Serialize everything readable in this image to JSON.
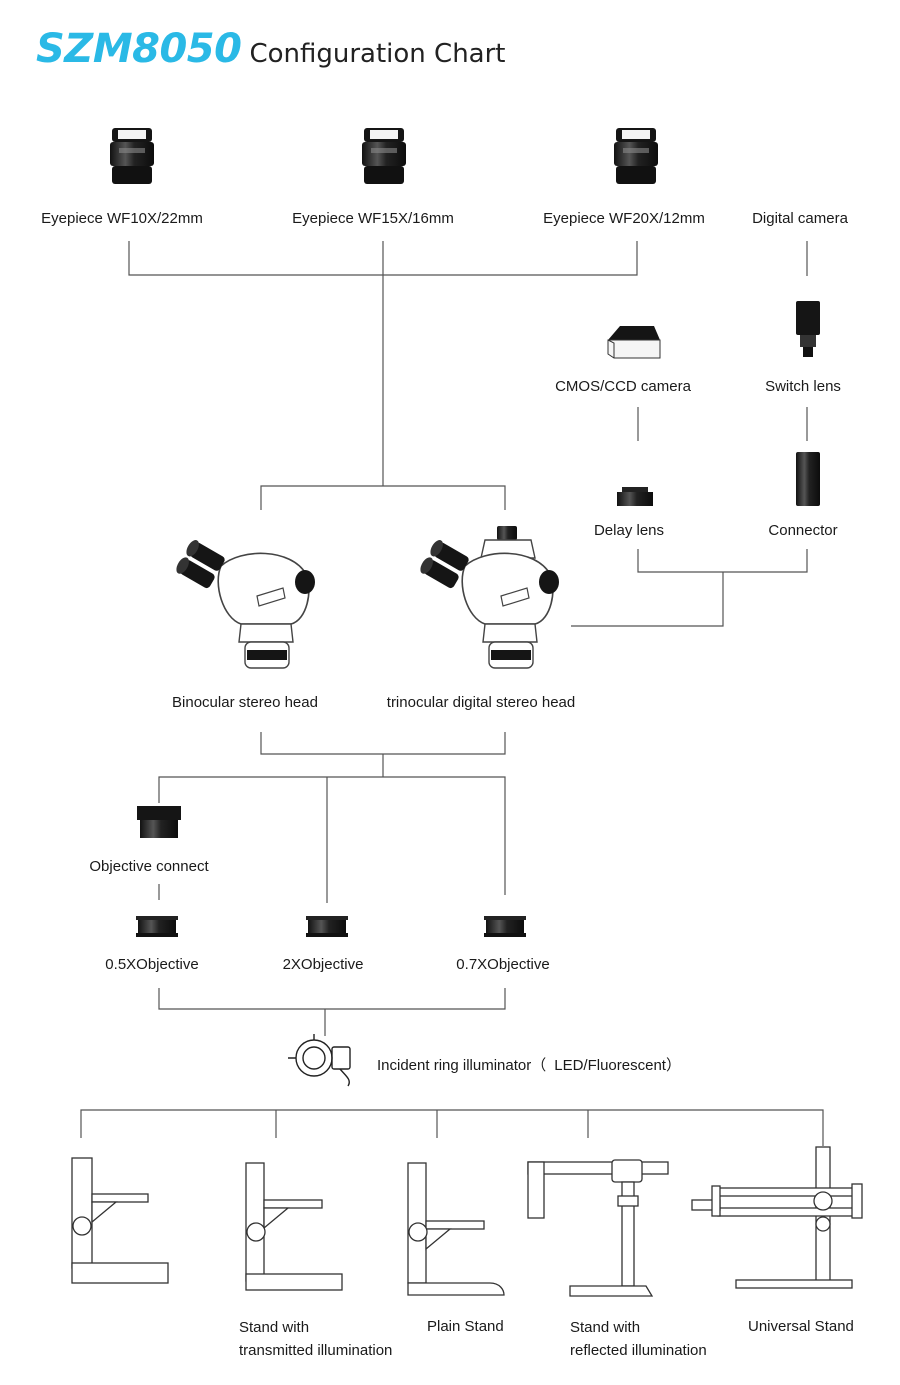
{
  "title": {
    "model": "SZM8050",
    "subtitle": "Configuration Chart"
  },
  "eyepieces": [
    {
      "label": "Eyepiece WF10X/22mm"
    },
    {
      "label": "Eyepiece WF15X/16mm"
    },
    {
      "label": "Eyepiece WF20X/12mm"
    }
  ],
  "digital_camera": {
    "label": "Digital camera"
  },
  "cmos_camera": {
    "label": "CMOS/CCD camera"
  },
  "switch_lens": {
    "label": "Switch lens"
  },
  "delay_lens": {
    "label": "Delay lens"
  },
  "connector": {
    "label": "Connector"
  },
  "heads": [
    {
      "label": "Binocular stereo head"
    },
    {
      "label": "trinocular digital stereo head"
    }
  ],
  "objective_connect": {
    "label": "Objective connect"
  },
  "objectives": [
    {
      "label": "0.5XObjective"
    },
    {
      "label": "2XObjective"
    },
    {
      "label": "0.7XObjective"
    }
  ],
  "illuminator": {
    "label": "Incident ring illuminator（",
    "type": "LED/Fluorescent）"
  },
  "stands": [
    {
      "line1": "Stand with",
      "line2": "transmitted illumination"
    },
    {
      "line1": "Plain Stand"
    },
    {
      "line1": "Stand with",
      "line2": "reflected illumination"
    },
    {
      "line1": "Universal Stand"
    }
  ],
  "colors": {
    "title_accent": "#2ab9e6",
    "line": "#555555",
    "part_dark": "#1c1c1c",
    "part_outline": "#444444"
  }
}
